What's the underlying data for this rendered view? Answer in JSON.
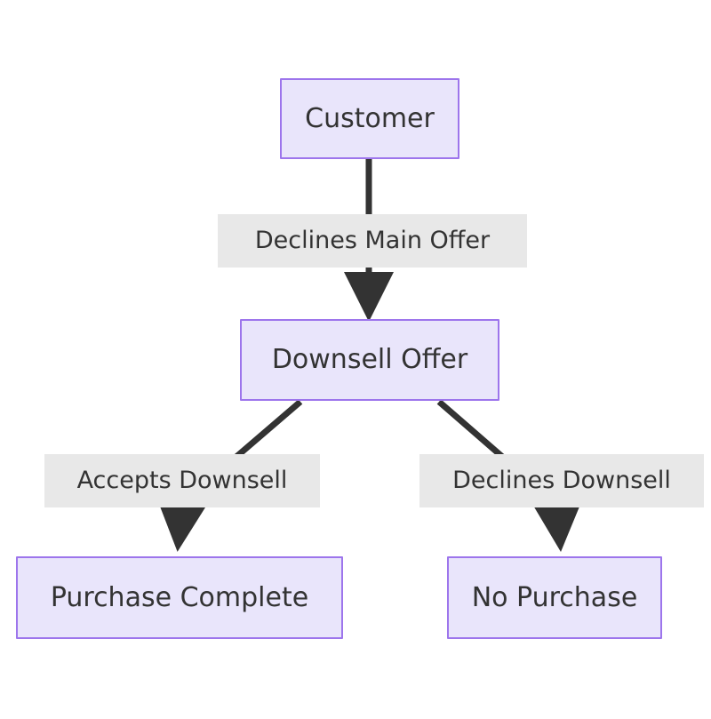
{
  "diagram": {
    "type": "flowchart",
    "direction": "top-down",
    "background_color": "#ffffff",
    "node_fill_color": "#e9e5fb",
    "node_border_color": "#9d75ec",
    "node_text_color": "#333333",
    "edge_color": "#333333",
    "edge_label_background": "#e8e8e8",
    "edge_label_text_color": "#333333",
    "nodes": [
      {
        "id": "customer",
        "label": "Customer"
      },
      {
        "id": "downsell_offer",
        "label": "Downsell Offer"
      },
      {
        "id": "purchase_complete",
        "label": "Purchase Complete"
      },
      {
        "id": "no_purchase",
        "label": "No Purchase"
      }
    ],
    "edges": [
      {
        "from": "customer",
        "to": "downsell_offer",
        "label": "Declines Main Offer"
      },
      {
        "from": "downsell_offer",
        "to": "purchase_complete",
        "label": "Accepts Downsell"
      },
      {
        "from": "downsell_offer",
        "to": "no_purchase",
        "label": "Declines Downsell"
      }
    ]
  }
}
